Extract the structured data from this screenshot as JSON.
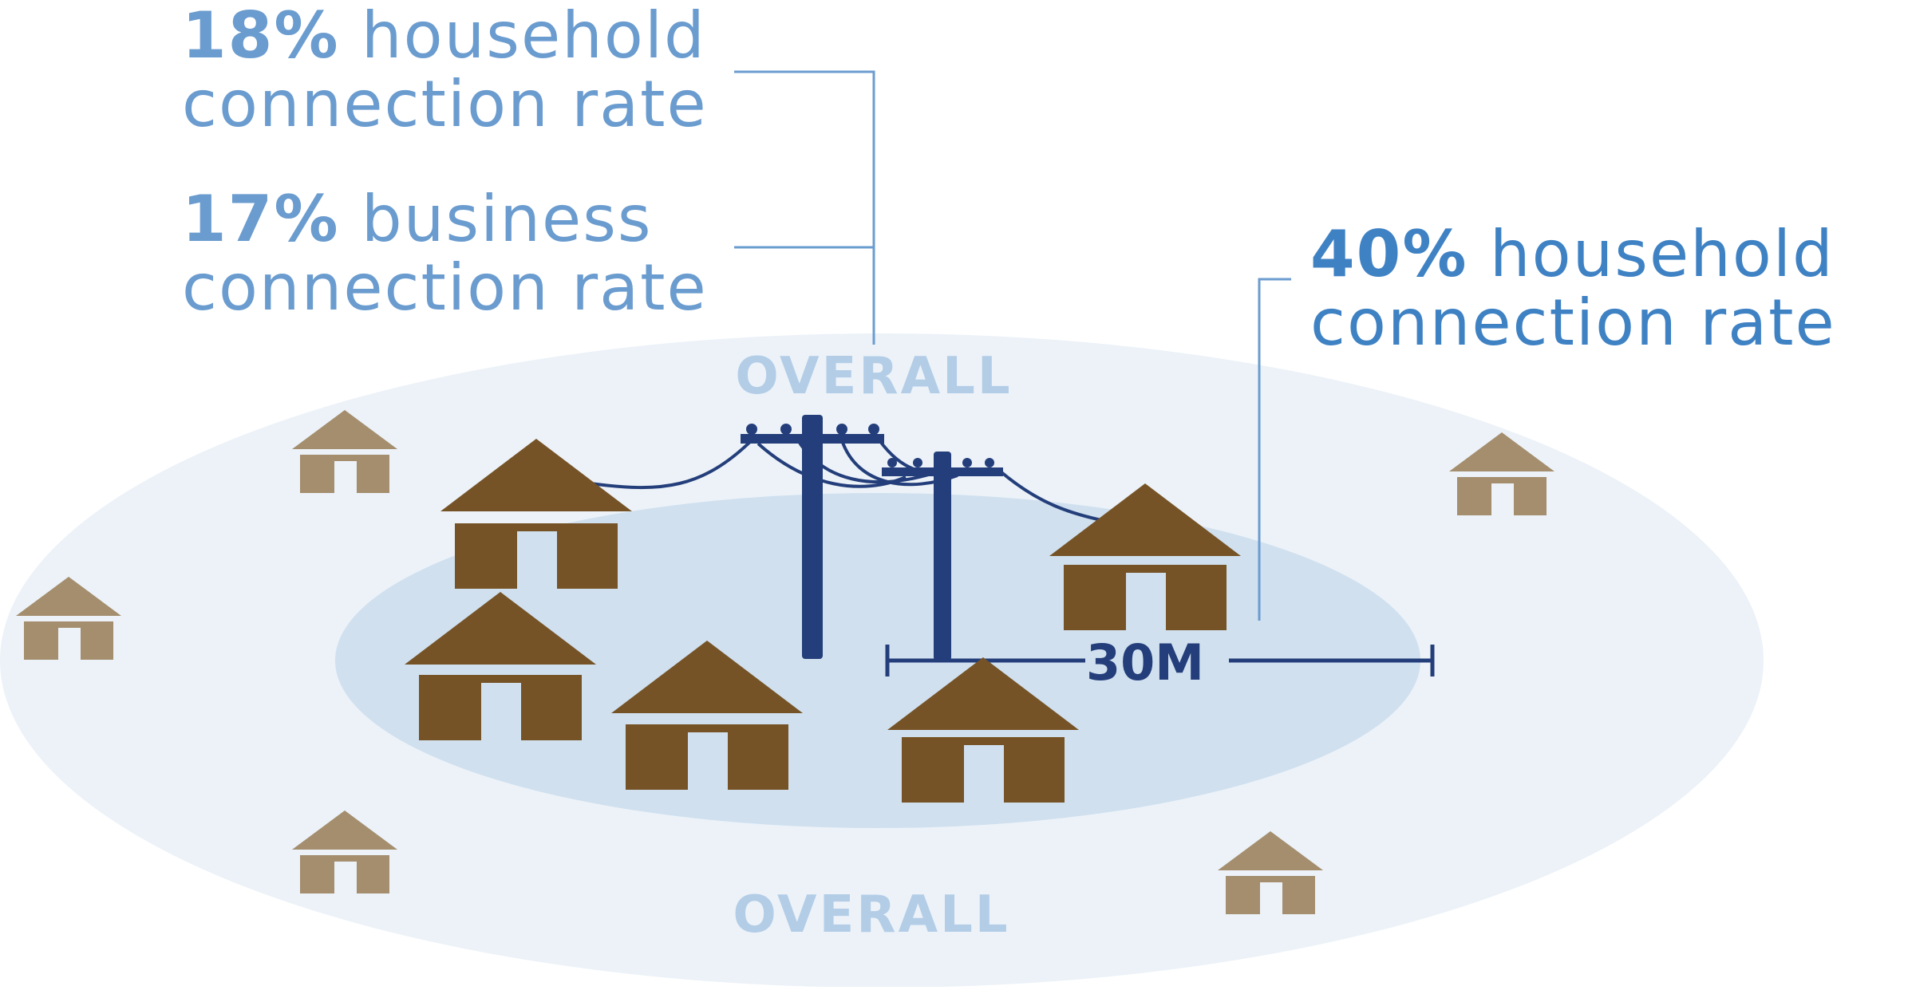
{
  "stats": {
    "household_overall": {
      "value": "18%",
      "text_line1": "household",
      "text_line2": "connection rate"
    },
    "business_overall": {
      "value": "17%",
      "text_line1": "business",
      "text_line2": "connection rate"
    },
    "household_near_grid": {
      "value": "40%",
      "text_line1": "household",
      "text_line2": "connection rate"
    }
  },
  "labels": {
    "overall_top": "OVERALL",
    "overall_bottom": "OVERALL",
    "distance": "30M"
  },
  "colors": {
    "outer_zone": "#ecf2f8",
    "inner_zone": "#d0e0ef",
    "house_near": "#765326",
    "house_far": "#a48e6e",
    "pole": "#233e7a",
    "stat_text": "#6b9ccf",
    "stat_text_highlight": "#3f82c4",
    "overall_label": "#b3cde7"
  }
}
